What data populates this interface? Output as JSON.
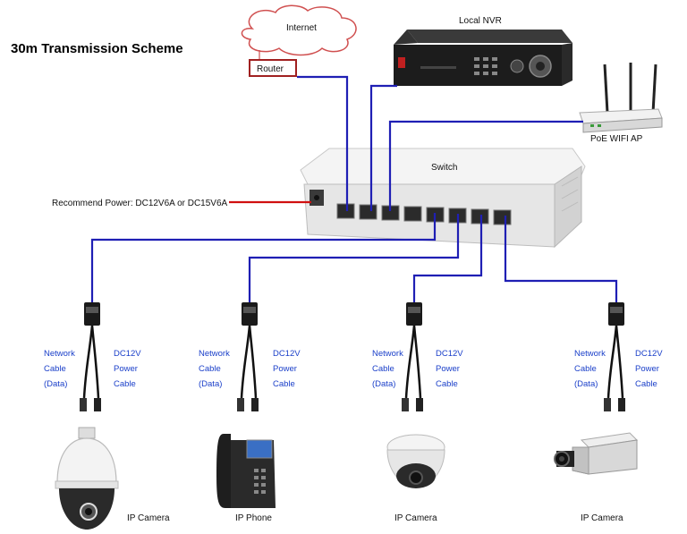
{
  "title": "30m Transmission Scheme",
  "internet": "Internet",
  "router": "Router",
  "nvr": "Local NVR",
  "wifi_ap": "PoE WIFI AP",
  "switch": "Switch",
  "power_note": "Recommend Power: DC12V6A or DC15V6A",
  "splitter": {
    "data_lines": [
      "Network",
      "Cable",
      "(Data)"
    ],
    "power_lines": [
      "DC12V",
      "Power",
      "Cable"
    ]
  },
  "devices": [
    {
      "label": "IP Camera",
      "icon": "speed-dome-camera-icon"
    },
    {
      "label": "IP Phone",
      "icon": "ip-phone-icon"
    },
    {
      "label": "IP Camera",
      "icon": "dome-camera-icon"
    },
    {
      "label": "IP Camera",
      "icon": "box-camera-icon"
    }
  ],
  "colors": {
    "network_wire": "#1f1fb4",
    "power_wire": "#d01010",
    "router_border": "#a02020",
    "label_blue": "#1a3fc9"
  }
}
